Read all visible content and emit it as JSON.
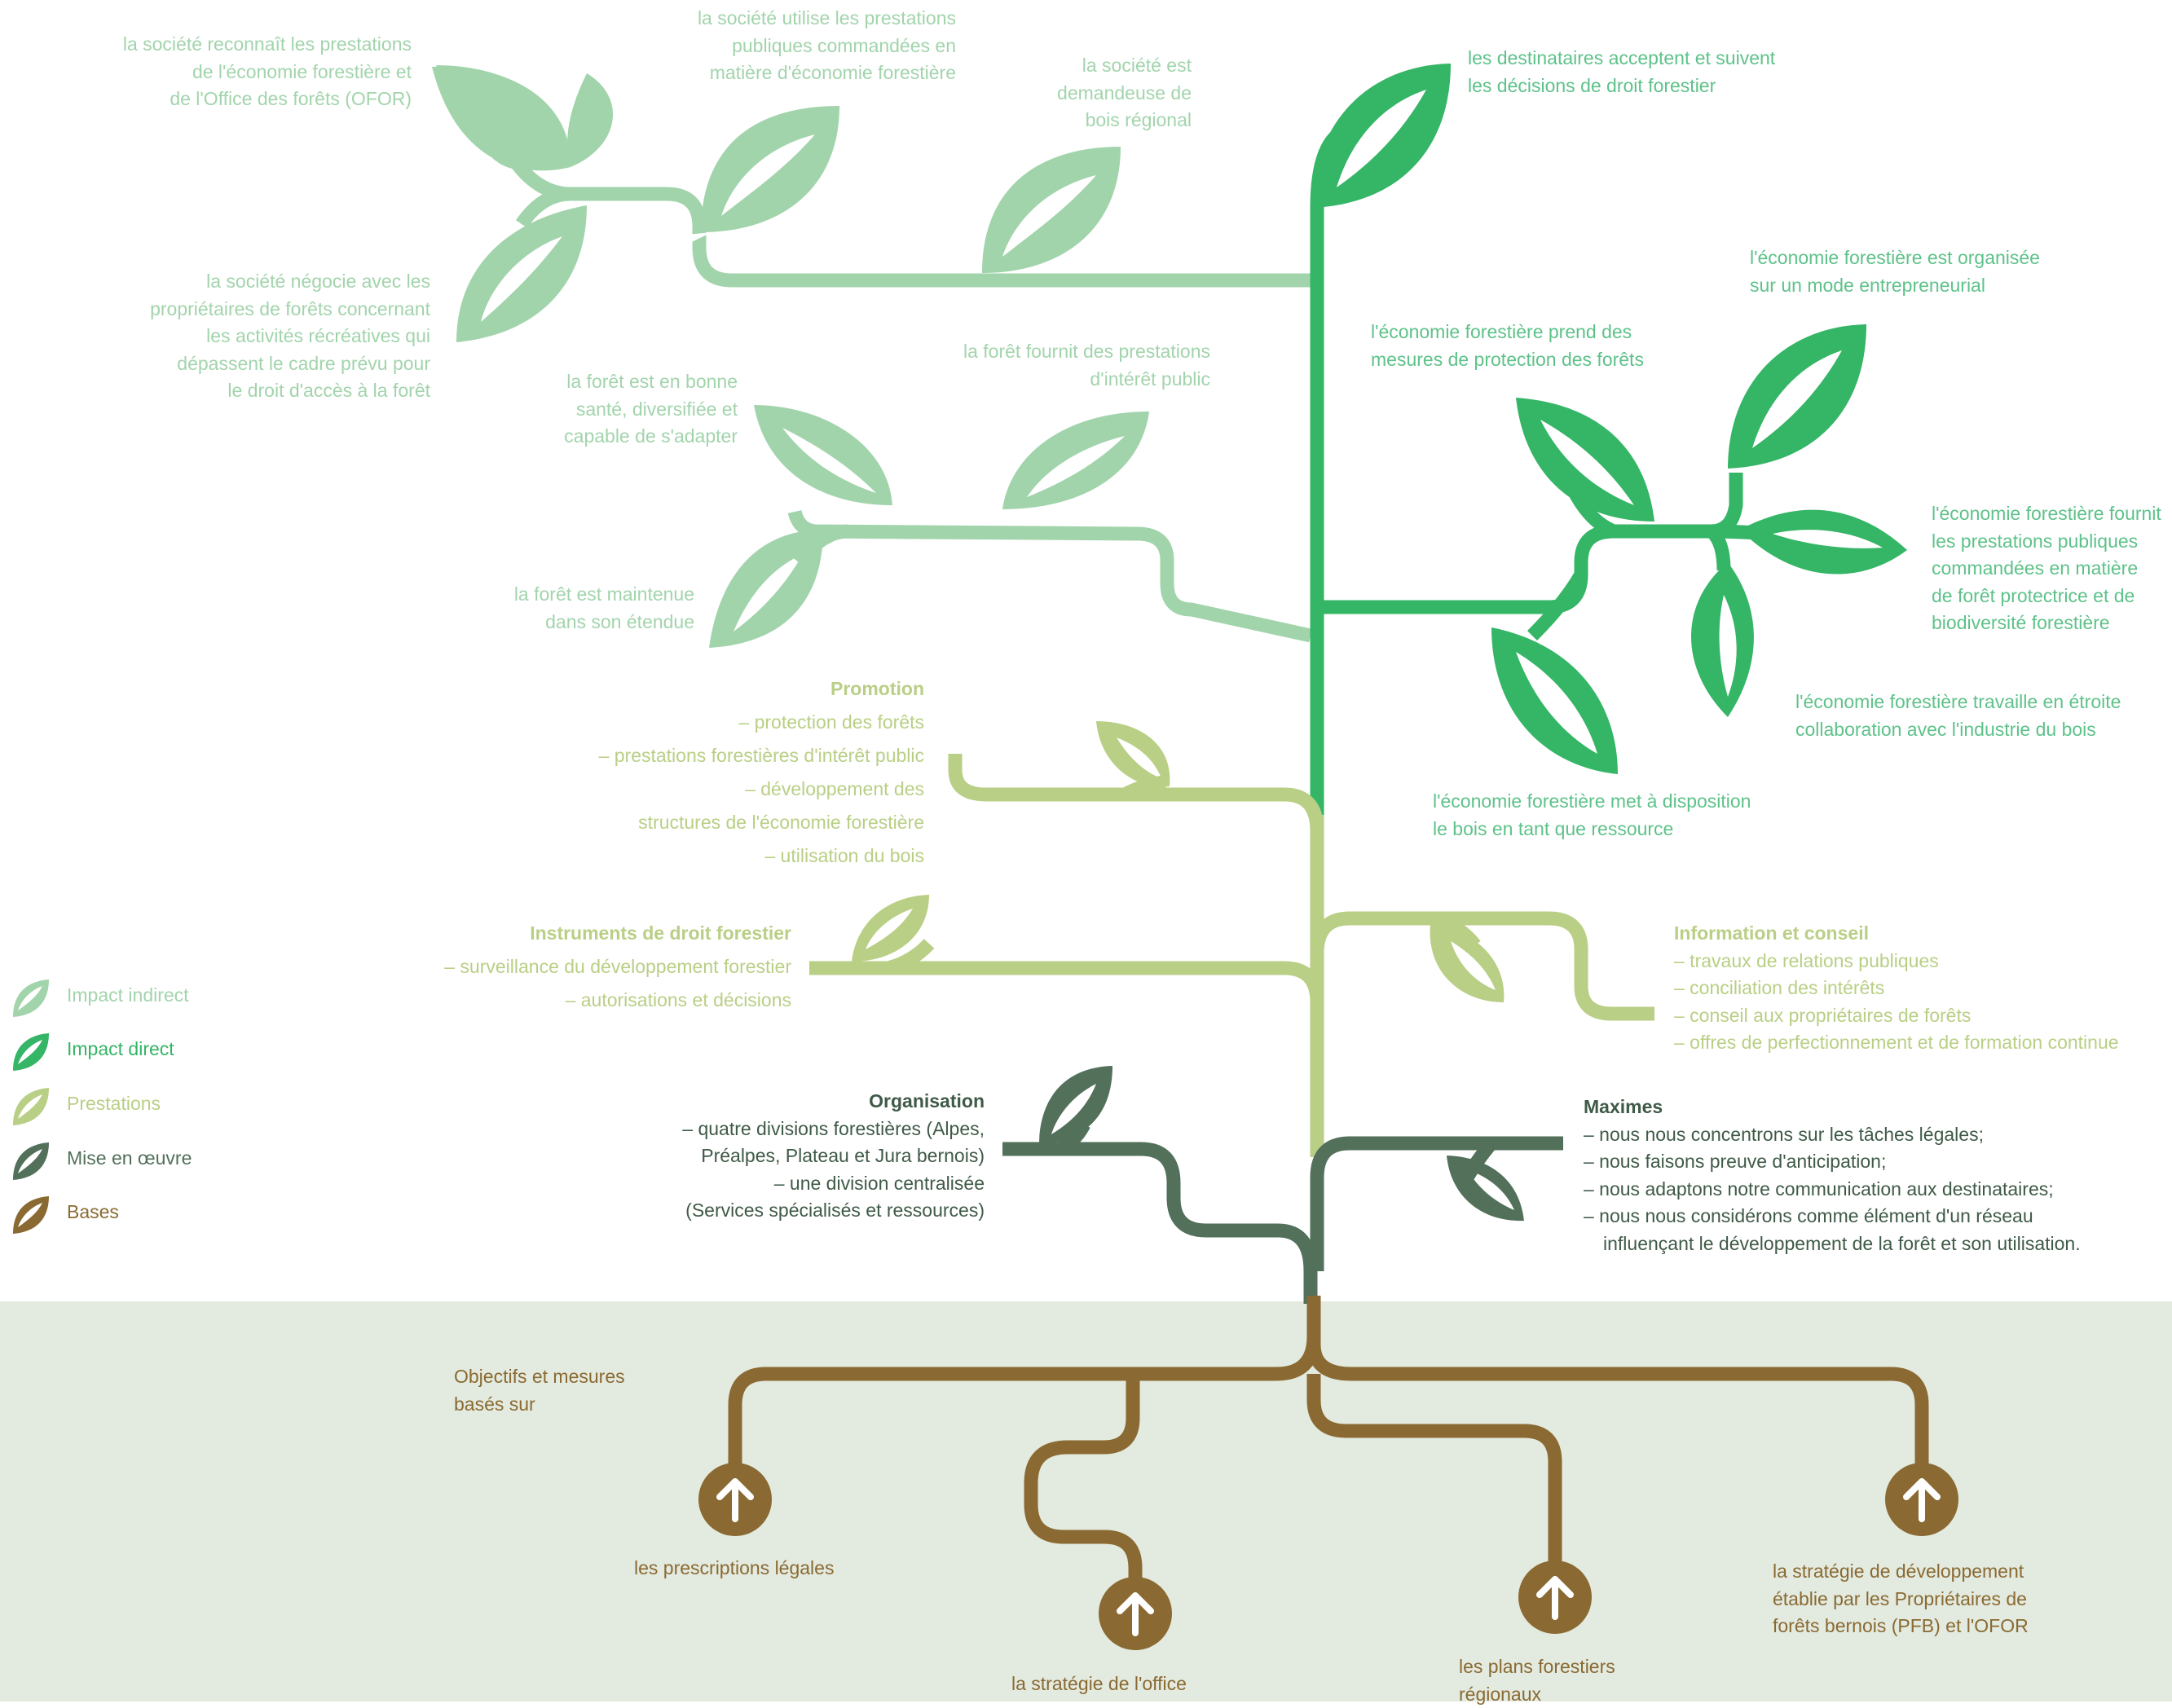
{
  "colors": {
    "impact_indirect": "#a2d4ac",
    "impact_direct": "#35b566",
    "prestations": "#b9cf85",
    "mise_en_oeuvre": "#52705a",
    "bases": "#8a6a32",
    "ground": "#e3eadf"
  },
  "legend": [
    {
      "label": "Impact indirect",
      "color": "#a2d4ac"
    },
    {
      "label": "Impact direct",
      "color": "#35b566"
    },
    {
      "label": "Prestations",
      "color": "#b9cf85"
    },
    {
      "label": "Mise en œuvre",
      "color": "#52705a"
    },
    {
      "label": "Bases",
      "color": "#8a6a32"
    }
  ],
  "indirect": {
    "ofor": [
      "la société reconnaît les prestations",
      "de l'économie forestière et",
      "de l'Office des forêts (OFOR)"
    ],
    "utilise": [
      "la société utilise les prestations",
      "publiques commandées en",
      "matière d'économie forestière"
    ],
    "demandeuse": [
      "la société est",
      "demandeuse de",
      "bois régional"
    ],
    "negocie": [
      "la société négocie avec les",
      "propriétaires de forêts concernant",
      "les activités récréatives qui",
      "dépassent le cadre prévu pour",
      "le droit d'accès à la forêt"
    ],
    "bonne_sante": [
      "la forêt est en bonne",
      "santé, diversifiée et",
      "capable de s'adapter"
    ],
    "prestations_interet": [
      "la forêt fournit des prestations",
      "d'intérêt public"
    ],
    "etendue": [
      "la forêt est maintenue",
      "dans son étendue"
    ]
  },
  "direct": {
    "destinataires": [
      "les destinataires acceptent et suivent",
      "les décisions de droit forestier"
    ],
    "entrepreneurial": [
      "l'économie forestière est organisée",
      "sur un mode entrepreneurial"
    ],
    "protection": [
      "l'économie forestière prend des",
      "mesures de protection des forêts"
    ],
    "fournit": [
      "l'économie forestière fournit",
      "les prestations publiques",
      "commandées en matière",
      "de forêt protectrice et de",
      "biodiversité forestière"
    ],
    "industrie": [
      "l'économie forestière travaille en étroite",
      "collaboration avec l'industrie du bois"
    ],
    "ressource": [
      "l'économie forestière met à disposition",
      "le bois en tant que ressource"
    ]
  },
  "promotion": {
    "title": "Promotion",
    "items": [
      "– protection des forêts",
      "– prestations forestières d'intérêt public",
      "– développement des",
      "structures de l'économie forestière",
      "– utilisation du bois"
    ]
  },
  "instruments": {
    "title": "Instruments de droit forestier",
    "items": [
      "– surveillance du développement forestier",
      "– autorisations et décisions"
    ]
  },
  "information": {
    "title": "Information et conseil",
    "items": [
      "– travaux de relations publiques",
      "– conciliation des intérêts",
      "– conseil aux propriétaires de forêts",
      "– offres de perfectionnement et de formation continue"
    ]
  },
  "organisation": {
    "title": "Organisation",
    "items": [
      "– quatre divisions forestières (Alpes,",
      "Préalpes, Plateau et Jura bernois)",
      "– une division centralisée",
      "(Services spécialisés et ressources)"
    ]
  },
  "maximes": {
    "title": "Maximes",
    "items": [
      "– nous nous concentrons sur les tâches légales;",
      "– nous faisons preuve d'anticipation;",
      "– nous adaptons notre communication aux destinataires;",
      "– nous nous considérons comme élément d'un réseau influençant le développement de la forêt et son utilisation."
    ]
  },
  "bases": {
    "intro": [
      "Objectifs et mesures",
      "basés sur"
    ],
    "prescriptions": "les prescriptions légales",
    "strategie_office": "la stratégie de l'office",
    "plans": [
      "les plans forestiers",
      "régionaux"
    ],
    "strategie_dev": [
      "la stratégie de développement",
      "établie par les Propriétaires de",
      "forêts bernois (PFB) et l'OFOR"
    ]
  }
}
